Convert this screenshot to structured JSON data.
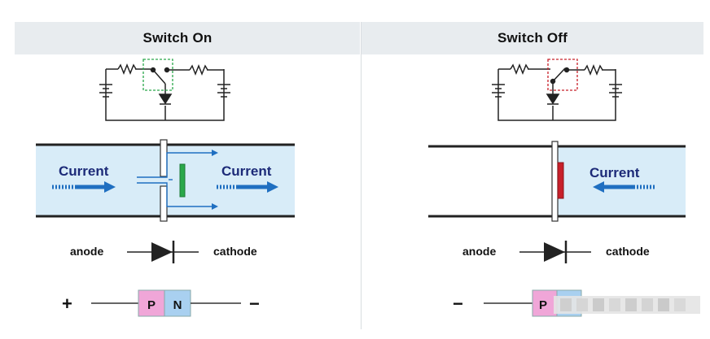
{
  "panels": {
    "on": {
      "title": "Switch On",
      "current_label_left": "Current",
      "current_label_right": "Current",
      "anode_label": "anode",
      "cathode_label": "cathode",
      "plus_sign": "+",
      "minus_sign": "−",
      "p_label": "P",
      "n_label": "N"
    },
    "off": {
      "title": "Switch Off",
      "current_label": "Current",
      "anode_label": "anode",
      "cathode_label": "cathode",
      "minus_sign": "−",
      "p_label": "P"
    }
  },
  "colors": {
    "header_bg": "#e8ecef",
    "pipe_fill": "#d8ecf8",
    "arrow_blue": "#1f6fc1",
    "gate_green": "#2aa84a",
    "gate_red": "#c8202a",
    "p_region": "#f0a6d8",
    "n_region": "#a9d0f0",
    "switch_box_on": "#2aa84a",
    "switch_box_off": "#c8202a"
  },
  "icons": [
    "resistor-icon",
    "battery-icon",
    "switch-icon",
    "diode-symbol-icon"
  ]
}
